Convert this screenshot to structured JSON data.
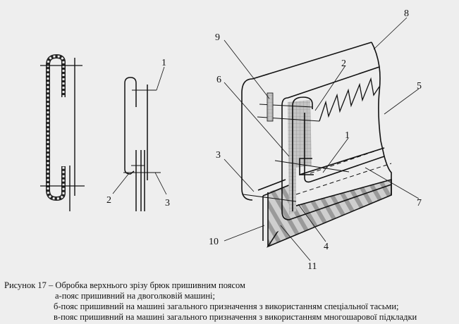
{
  "figure": {
    "labels_b": [
      "1",
      "2",
      "3"
    ],
    "labels_c": [
      "1",
      "2",
      "3",
      "4",
      "5",
      "6",
      "7",
      "8",
      "9",
      "10",
      "11"
    ]
  },
  "caption": {
    "title": "Рисунок 17 – Обробка верхнього зрізу брюк пришивним поясом",
    "lines": [
      "а-пояс пришивний на двоголковій машині;",
      "б-пояс пришивний на машині загального призначення з використанням спеціальної тасьми;",
      "в-пояс пришивний на машині загального призначення з використанням многошарової підкладки"
    ]
  }
}
